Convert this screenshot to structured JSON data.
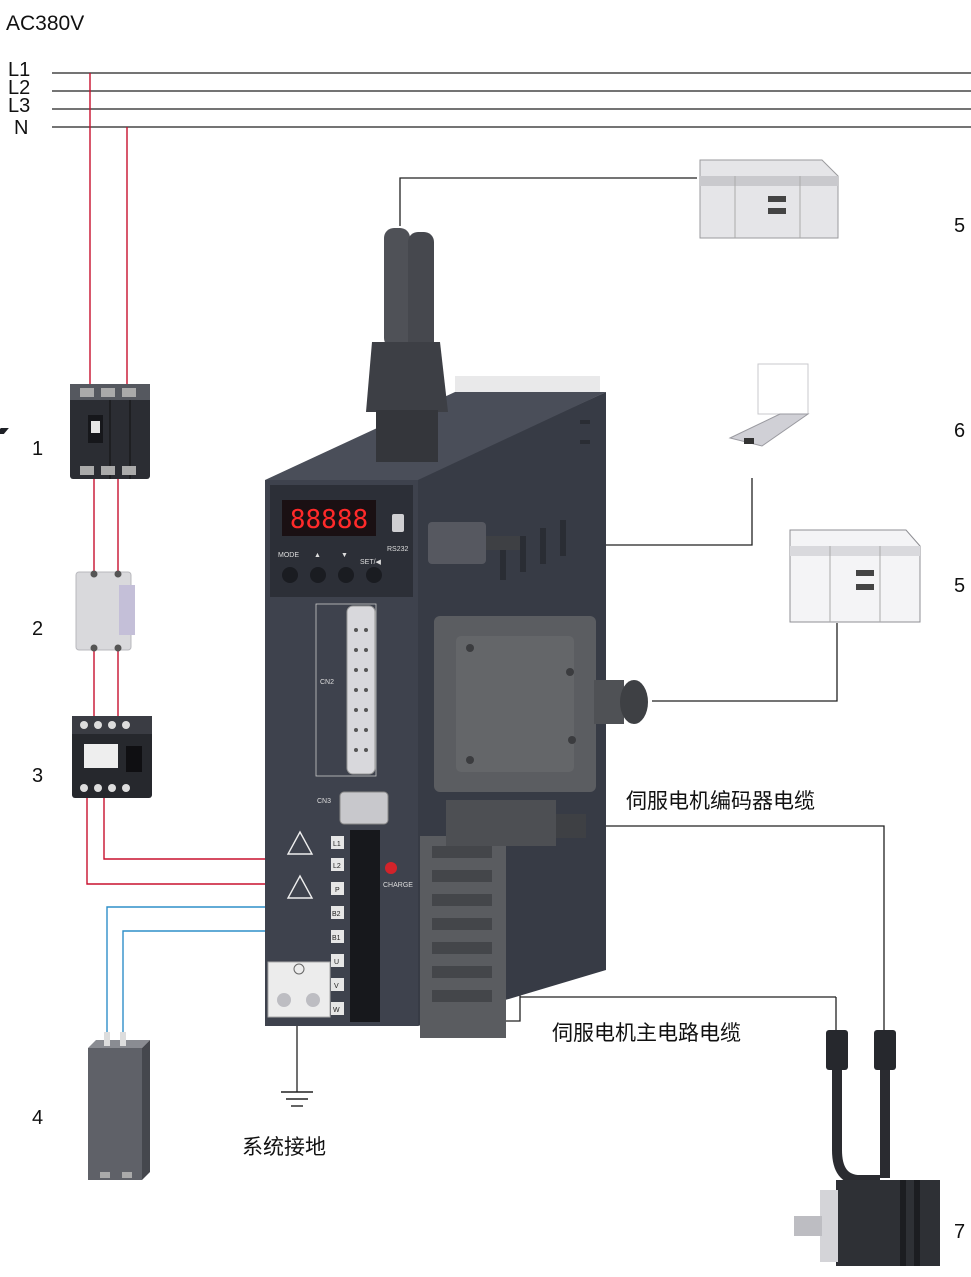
{
  "supply": {
    "voltage": "AC380V",
    "lines": [
      "L1",
      "L2",
      "L3",
      "N"
    ]
  },
  "callouts": {
    "breaker": "1",
    "filter": "2",
    "contactor": "3",
    "resistor": "4",
    "controller_top": "5",
    "laptop": "6",
    "controller_mid": "5",
    "motor": "7"
  },
  "labels": {
    "encoder_cable": "伺服电机编码器电缆",
    "main_cable": "伺服电机主电路电缆",
    "ground": "系统接地"
  },
  "drive_panel": {
    "display": "88888",
    "port": "RS232",
    "buttons": [
      "MODE",
      "▲",
      "▼",
      "SET/◀"
    ],
    "cn2": "CN2",
    "cn3": "CN3",
    "charge": "CHARGE",
    "terminals": [
      "L1",
      "L2",
      "P",
      "B2",
      "B1",
      "U",
      "V",
      "W"
    ]
  },
  "colors": {
    "power_wire": "#c8102e",
    "brake_wire": "#2f8fc9",
    "drive_body": "#3e424d",
    "drive_dark": "#2c2f37",
    "display_red": "#ff2a2a"
  }
}
